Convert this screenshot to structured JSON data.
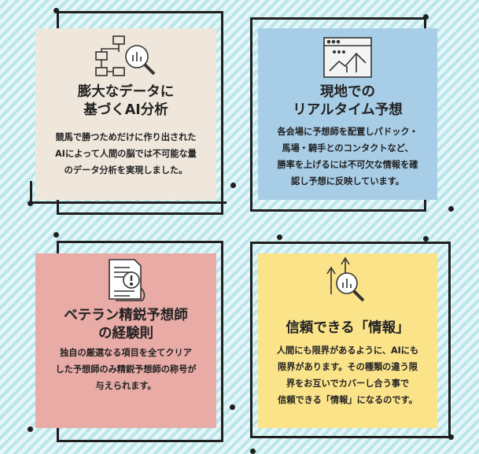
{
  "cards": [
    {
      "icon": "flowchart-magnifier-icon",
      "title_lines": [
        "膨大なデータに",
        "基づくAI分析"
      ],
      "body_lines": [
        "競馬で勝つためだけに作り出された",
        "AIによって人間の脳では不可能な量",
        "のデータ分析を実現しました。"
      ],
      "bg": "#efe7dc"
    },
    {
      "icon": "browser-chart-icon",
      "title_lines": [
        "現地での",
        "リアルタイム予想"
      ],
      "body_lines": [
        "各会場に予想師を配置しパドック・",
        "馬場・騎手とのコンタクトなど、",
        "勝率を上げるには不可欠な情報を確",
        "認し予想に反映しています。"
      ],
      "bg": "#a8cde6"
    },
    {
      "icon": "document-alert-icon",
      "title_lines": [
        "ベテラン精鋭予想師",
        "の経験則"
      ],
      "body_lines": [
        "独自の厳選なる項目を全てクリア",
        "した予想師のみ精鋭予想師の称号が",
        "与えられます。"
      ],
      "bg": "#e8aba6"
    },
    {
      "icon": "arrows-magnifier-icon",
      "title_lines": [
        "信頼できる「情報」"
      ],
      "body_lines": [
        "人間にも限界があるように、AIにも",
        "限界があります。その種類の違う限",
        "界をお互いでカバーし合う事で",
        "信頼できる「情報」になるのです。"
      ],
      "bg": "#fbe38a"
    }
  ]
}
